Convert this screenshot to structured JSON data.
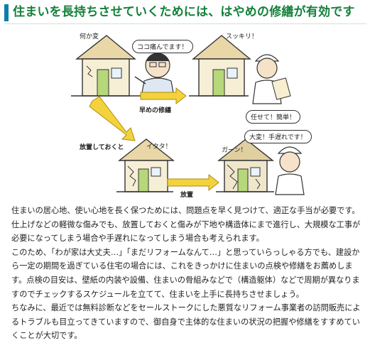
{
  "header": {
    "title": "住まいを長持ちさせていくためには、はやめの修繕が有効です"
  },
  "illustration": {
    "label_something_wrong": "何か変",
    "bubble_damaged": "ココ痛んでます！",
    "label_early_repair": "早めの修繕",
    "label_refreshed": "スッキリ！",
    "bubble_easy": "任せて！簡単！",
    "label_leave_it": "放置しておくと",
    "label_ouch": "イタタ！",
    "label_neglect": "放置",
    "label_shock": "ガーン！",
    "bubble_too_late": "大変！手遅れです！"
  },
  "body": {
    "paragraphs": [
      "住まいの居心地、使い心地を長く保つためには、問題点を早く見つけて、適正な手当が必要です。仕上げなどの軽微な傷みでも、放置しておくと傷みが下地や構造体にまで進行し、大規模な工事が必要になってしまう場合や手遅れになってしまう場合も考えられます。",
      "このため、「わが家は大丈夫…」「まだリフォームなんて…」と思っていらっしゃる方でも、建設から一定の期間を過ぎている住宅の場合には、これをきっかけに住まいの点検や修繕をお薦めします。点検の目安は、壁紙の内装や設備、住まいの骨組みなどで（構造躯体）などで周期が異なりますのでチェックするスケジュールを立てて、住まいを上手に長持ちさせましょう。",
      "ちなみに、最近では無料診断などをセールストークにした悪質なリフォーム事業者の訪問販売によるトラブルも目立ってきていますので、御自身で主体的な住まいの状況の把握や修繕をすすめていくことが大切です。"
    ]
  }
}
